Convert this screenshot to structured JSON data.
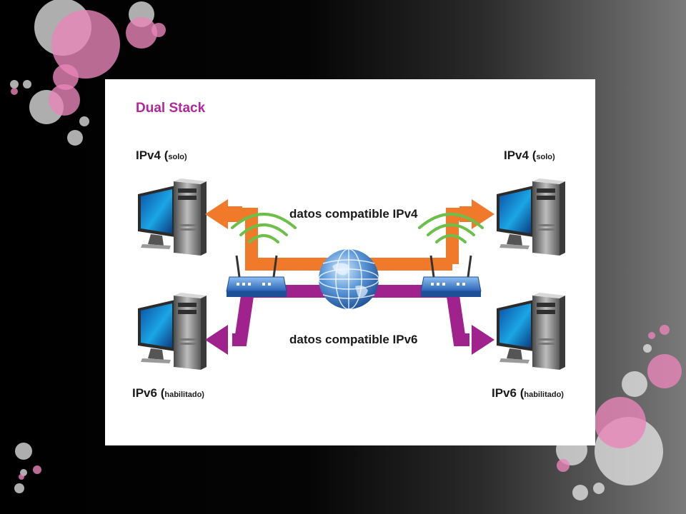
{
  "diagram": {
    "title": "Dual Stack",
    "nodes": {
      "left_top": {
        "proto": "IPv4 (",
        "mode": "solo)"
      },
      "right_top": {
        "proto": "IPv4 (",
        "mode": "solo)"
      },
      "left_bottom": {
        "proto": "IPv6 (",
        "mode": "habilitado)"
      },
      "right_bottom": {
        "proto": "IPv6 (",
        "mode": "habilitado)"
      }
    },
    "flows": {
      "ipv4": "datos compatible IPv4",
      "ipv6": "datos compatible IPv6"
    }
  },
  "colors": {
    "ipv4_arrow": "#f07a2a",
    "ipv6_arrow": "#a0238d",
    "title": "#b0289a",
    "router": "#3f82d6",
    "globe": "#4b86c9",
    "wifi": "#6cc04a",
    "background_left": "#000000",
    "background_right": "#7a7a7a"
  }
}
